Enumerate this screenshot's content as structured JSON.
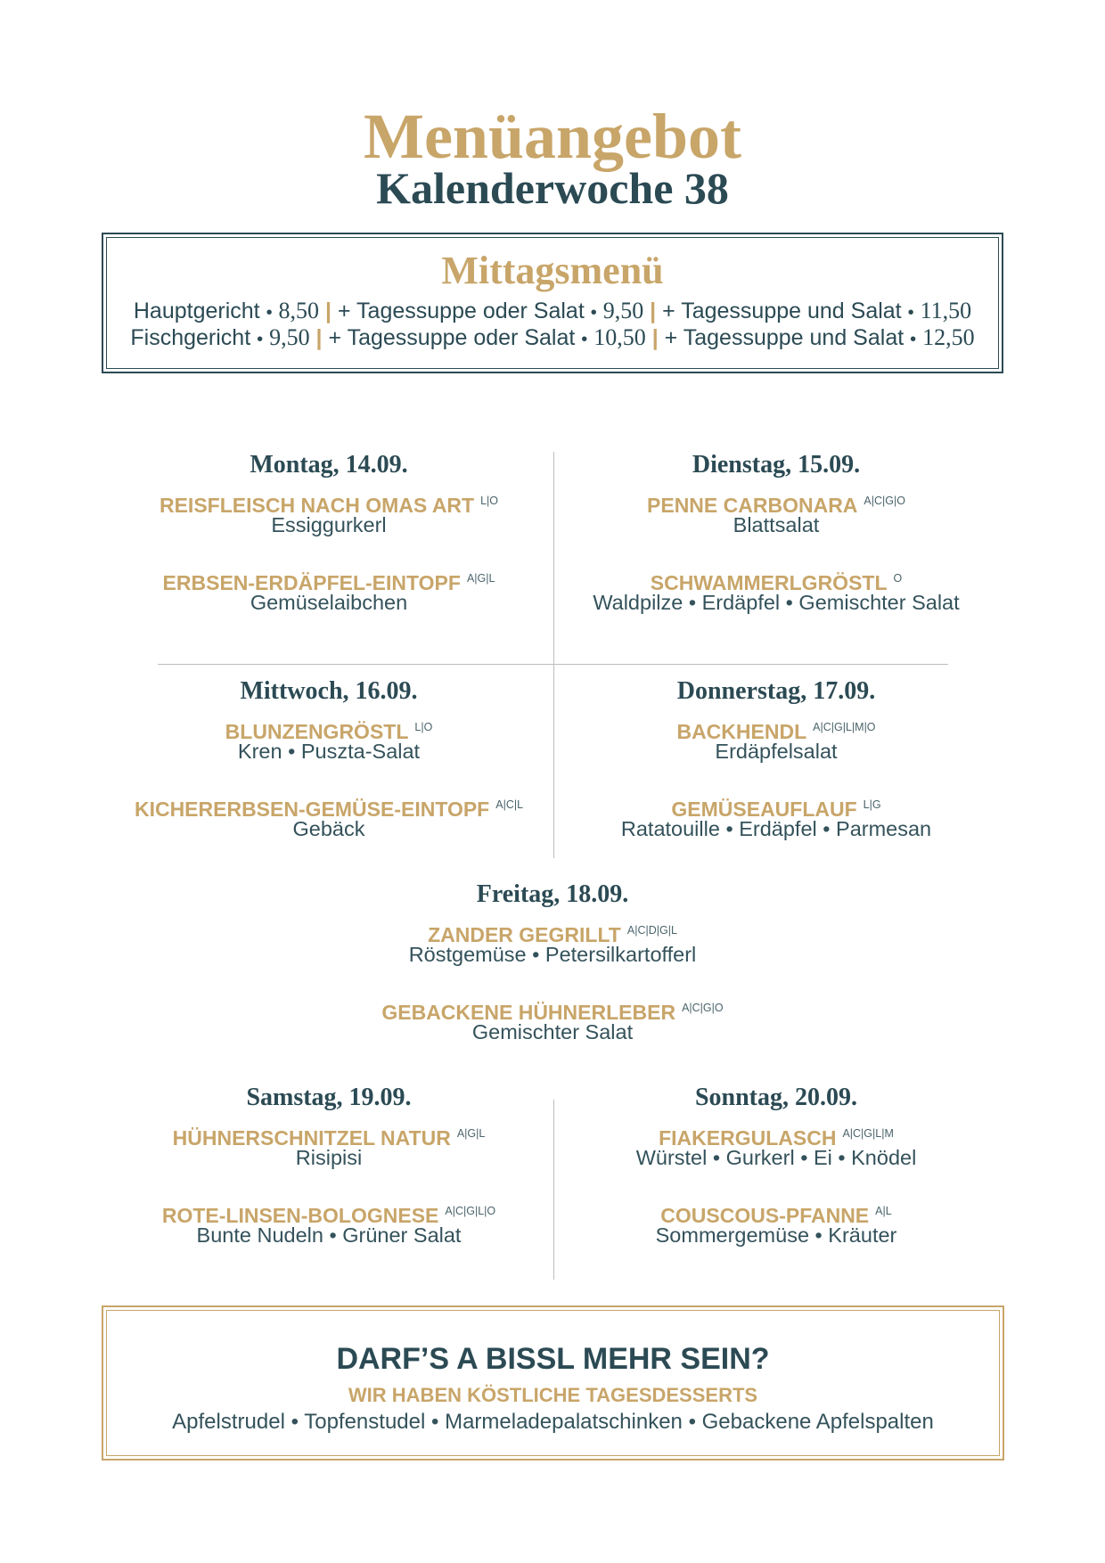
{
  "colors": {
    "gold": "#c8a569",
    "teal": "#2b4a54",
    "divider": "#bdbdbd"
  },
  "header": {
    "title": "Menüangebot",
    "subtitle": "Kalenderwoche 38"
  },
  "lunch": {
    "title": "Mittagsmenü",
    "dot": "•",
    "bar": "|",
    "rows": [
      {
        "dish": "Hauptgericht",
        "price": "8,50",
        "option_1": "+ Tagessuppe oder Salat",
        "option_1_price": "9,50",
        "option_2": "+ Tagessuppe und Salat",
        "option_2_price": "11,50"
      },
      {
        "dish": "Fischgericht",
        "price": "9,50",
        "option_1": "+ Tagessuppe oder Salat",
        "option_1_price": "10,50",
        "option_2": "+ Tagessuppe und Salat",
        "option_2_price": "12,50"
      }
    ]
  },
  "days": [
    {
      "day": "Montag, 14.09.",
      "dishes": [
        {
          "name": "REISFLEISCH NACH OMAS ART",
          "allergens": "L|O",
          "sides": "Essiggurkerl"
        },
        {
          "name": "ERBSEN-ERDÄPFEL-EINTOPF",
          "allergens": "A|G|L",
          "sides": "Gemüselaibchen"
        }
      ]
    },
    {
      "day": "Dienstag, 15.09.",
      "dishes": [
        {
          "name": "PENNE CARBONARA",
          "allergens": "A|C|G|O",
          "sides": "Blattsalat"
        },
        {
          "name": "SCHWAMMERLGRÖSTL",
          "allergens": "O",
          "sides": "Waldpilze • Erdäpfel • Gemischter Salat"
        }
      ]
    },
    {
      "day": "Mittwoch, 16.09.",
      "dishes": [
        {
          "name": "BLUNZENGRÖSTL",
          "allergens": "L|O",
          "sides": "Kren • Puszta-Salat"
        },
        {
          "name": "KICHERERBSEN-GEMÜSE-EINTOPF",
          "allergens": "A|C|L",
          "sides": "Gebäck"
        }
      ]
    },
    {
      "day": "Donnerstag, 17.09.",
      "dishes": [
        {
          "name": "BACKHENDL",
          "allergens": "A|C|G|L|M|O",
          "sides": "Erdäpfelsalat"
        },
        {
          "name": "GEMÜSEAUFLAUF",
          "allergens": "L|G",
          "sides": "Ratatouille • Erdäpfel • Parmesan"
        }
      ]
    },
    {
      "day": "Freitag, 18.09.",
      "dishes": [
        {
          "name": "ZANDER GEGRILLT",
          "allergens": "A|C|D|G|L",
          "sides": "Röstgemüse • Petersilkartofferl"
        },
        {
          "name": "GEBACKENE HÜHNERLEBER",
          "allergens": "A|C|G|O",
          "sides": "Gemischter Salat"
        }
      ]
    },
    {
      "day": "Samstag, 19.09.",
      "dishes": [
        {
          "name": "HÜHNERSCHNITZEL NATUR",
          "allergens": "A|G|L",
          "sides": "Risipisi"
        },
        {
          "name": "ROTE-LINSEN-BOLOGNESE",
          "allergens": "A|C|G|L|O",
          "sides": "Bunte Nudeln • Grüner Salat"
        }
      ]
    },
    {
      "day": "Sonntag, 20.09.",
      "dishes": [
        {
          "name": "FIAKERGULASCH",
          "allergens": "A|C|G|L|M",
          "sides": "Würstel • Gurkerl • Ei • Knödel"
        },
        {
          "name": "COUSCOUS-PFANNE",
          "allergens": "A|L",
          "sides": "Sommergemüse • Kräuter"
        }
      ]
    }
  ],
  "dessert": {
    "heading": "DARF’S A BISSL MEHR SEIN?",
    "subheading": "WIR HABEN KÖSTLICHE TAGESDESSERTS",
    "separator": "•",
    "items": [
      "Apfelstrudel",
      "Topfenstudel",
      "Marmeladepalatschinken",
      "Gebackene Apfelspalten"
    ]
  }
}
